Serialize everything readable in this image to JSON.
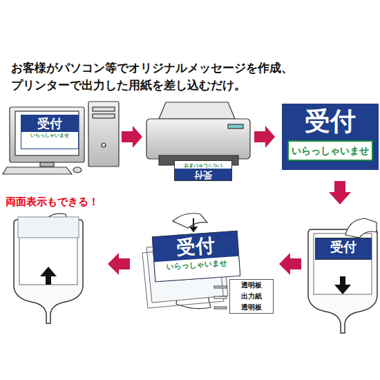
{
  "diagram": {
    "title": "お客様がパソコン等でオリジナルメッセージを作成、 プリンターで出力した用紙を差し込むだけ。",
    "nodes": [
      {
        "text": [
          "受付",
          "いらっしゃいませ"
        ]
      },
      {
        "text": [
          "受付",
          "いらっしゃいませ"
        ]
      },
      {
        "text": [
          "受付",
          "いらっしゃいませ"
        ]
      },
      {
        "text": [
          "受付"
        ]
      },
      {
        "text": [
          "受付",
          "いらっしゃいませ"
        ]
      },
      {
        "text": [
          "透明板",
          "出力紙",
          "透明板"
        ]
      }
    ],
    "labels": [
      "両面表示もできる！"
    ]
  }
}
